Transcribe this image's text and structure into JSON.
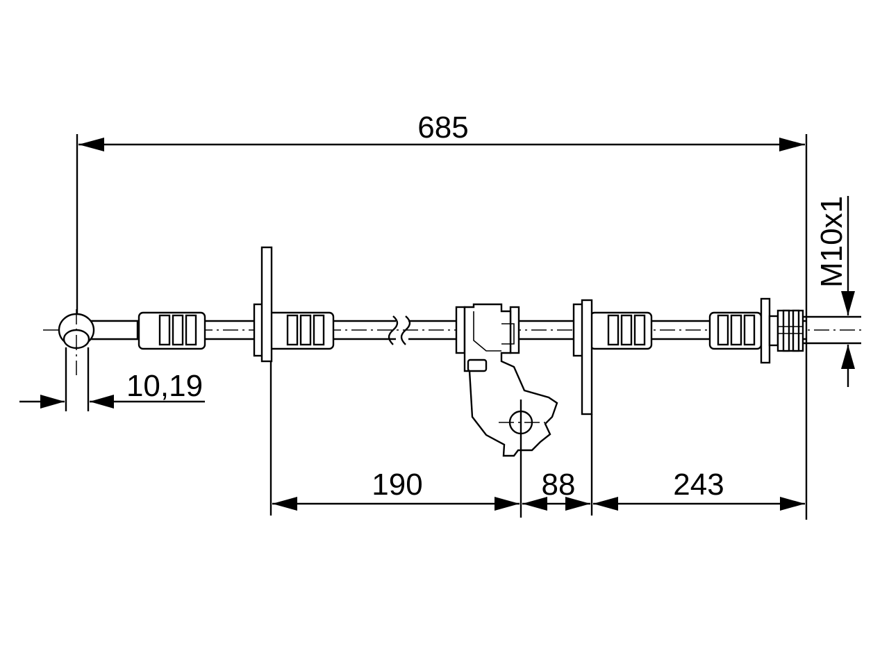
{
  "drawing": {
    "colors": {
      "line": "#000000",
      "background": "#ffffff"
    },
    "dimensions": {
      "overall_length": "685",
      "eye_bore": "10,19",
      "segment_1": "190",
      "segment_2": "88",
      "segment_3": "243",
      "thread": "M10x1"
    }
  }
}
